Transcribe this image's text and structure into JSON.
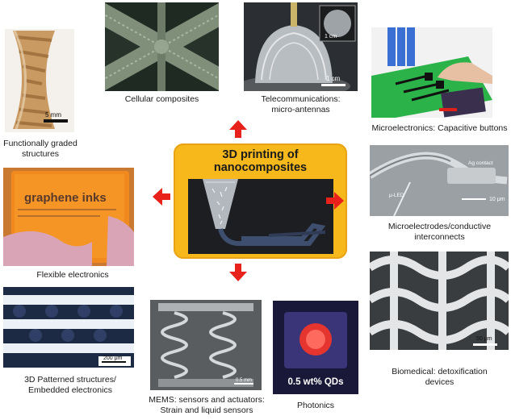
{
  "center": {
    "title_line1": "3D printing of",
    "title_line2": "nanocomposites"
  },
  "panels": [
    {
      "id": "functionally-graded",
      "caption_lines": [
        "Functionally graded",
        "structures"
      ],
      "inset_text": "5 mm"
    },
    {
      "id": "cellular-composites",
      "caption_lines": [
        "Cellular composites"
      ]
    },
    {
      "id": "telecommunications",
      "caption_lines": [
        "Telecommunications:",
        "micro-antennas"
      ],
      "inset_text": "1 cm",
      "inset_text_small": "1 cm"
    },
    {
      "id": "microelectronics",
      "caption_lines": [
        "Microelectronics: Capacitive buttons"
      ]
    },
    {
      "id": "microelectrodes",
      "caption_lines": [
        "Microelectrodes/conductive",
        "interconnects"
      ],
      "inset_text": "10 μm",
      "inset_label_contact": "Ag contact",
      "inset_label_led": "μ-LED"
    },
    {
      "id": "flexible-electronics",
      "caption_lines": [
        "Flexible electronics"
      ],
      "inset_text": "graphene inks"
    },
    {
      "id": "biomedical",
      "caption_lines": [
        "Biomedical: detoxification",
        "devices"
      ],
      "inset_text": "50 μm"
    },
    {
      "id": "patterned-structures",
      "caption_lines": [
        "3D Patterned structures/",
        "Embedded electronics"
      ],
      "inset_text": "200 μm"
    },
    {
      "id": "mems",
      "caption_lines": [
        "MEMS: sensors and actuators:",
        "Strain and liquid sensors"
      ],
      "inset_text": "0.5 mm"
    },
    {
      "id": "photonics",
      "caption_lines": [
        "Photonics"
      ],
      "inset_text": "0.5 wt% QDs"
    }
  ],
  "colors": {
    "arrow": "#e8221b",
    "center_box": "#f7b81c",
    "background": "#ffffff"
  }
}
